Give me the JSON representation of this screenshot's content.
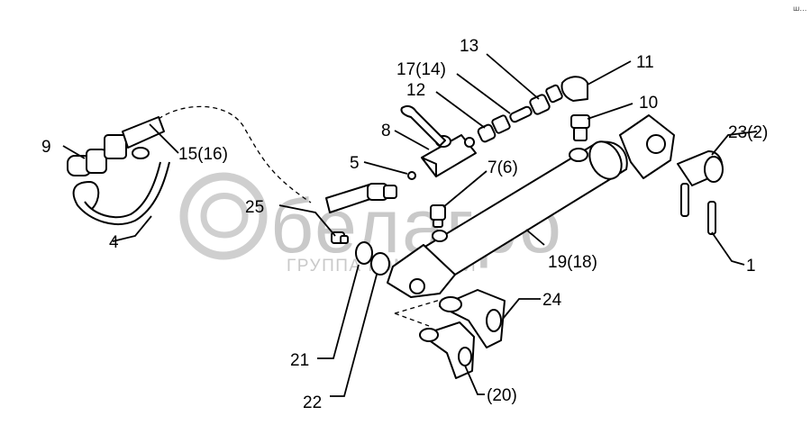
{
  "watermark": {
    "brand": "белагро",
    "subtitle": "ГРУППА КОМПАНИЙ"
  },
  "corner_mark": "ш…",
  "callouts": {
    "c1": "1",
    "c4": "4",
    "c5": "5",
    "c7": "7(6)",
    "c8": "8",
    "c9": "9",
    "c10": "10",
    "c11": "11",
    "c12": "12",
    "c13": "13",
    "c15": "15(16)",
    "c17": "17(14)",
    "c19": "19(18)",
    "c20": "(20)",
    "c21": "21",
    "c22": "22",
    "c23": "23(2)",
    "c24": "24",
    "c25": "25"
  }
}
